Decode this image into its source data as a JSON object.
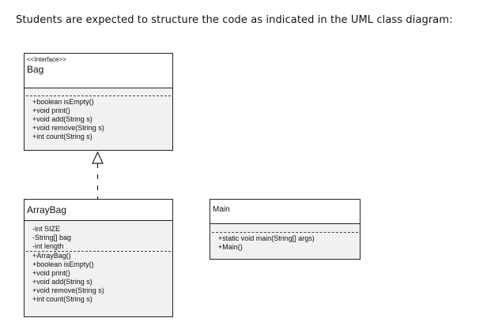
{
  "intro": "Students are expected to structure the code as indicated in the UML class diagram:",
  "bag": {
    "stereotype": "<<Interface>>",
    "name": "Bag",
    "methods": [
      "+boolean isEmpty()",
      "+void print()",
      "+void add(String s)",
      "+void remove(String s)",
      "+int count(String s)"
    ]
  },
  "arraybag": {
    "name": "ArrayBag",
    "attributes": [
      "-int SIZE",
      "-String[] bag",
      "-int length"
    ],
    "methods": [
      "+ArrayBag()",
      "+boolean isEmpty()",
      "+void print()",
      "+void add(String s)",
      "+void remove(String s)",
      "+int count(String s)"
    ]
  },
  "main": {
    "name": "Main",
    "methods": [
      "+static void main(String[] args)",
      "+Main()"
    ]
  }
}
